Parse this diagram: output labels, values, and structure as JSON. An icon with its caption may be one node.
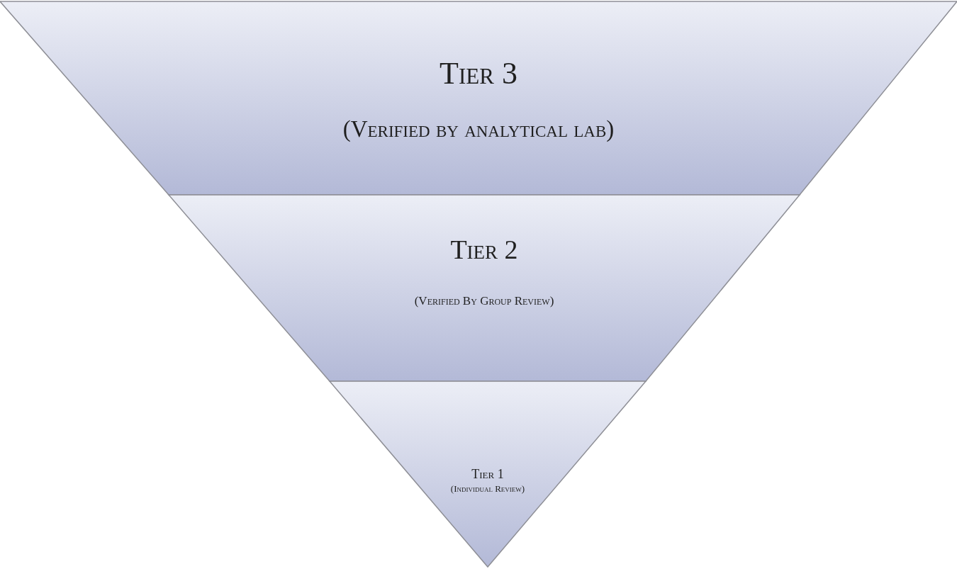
{
  "diagram": {
    "nodes": [
      {
        "text": [
          "Tier 3",
          "(Verified by analytical lab)"
        ]
      },
      {
        "text": [
          "Tier 2",
          "(Verified By Group Review)"
        ]
      },
      {
        "text": [
          "Tier 1",
          "(Individual Review)"
        ]
      }
    ]
  }
}
